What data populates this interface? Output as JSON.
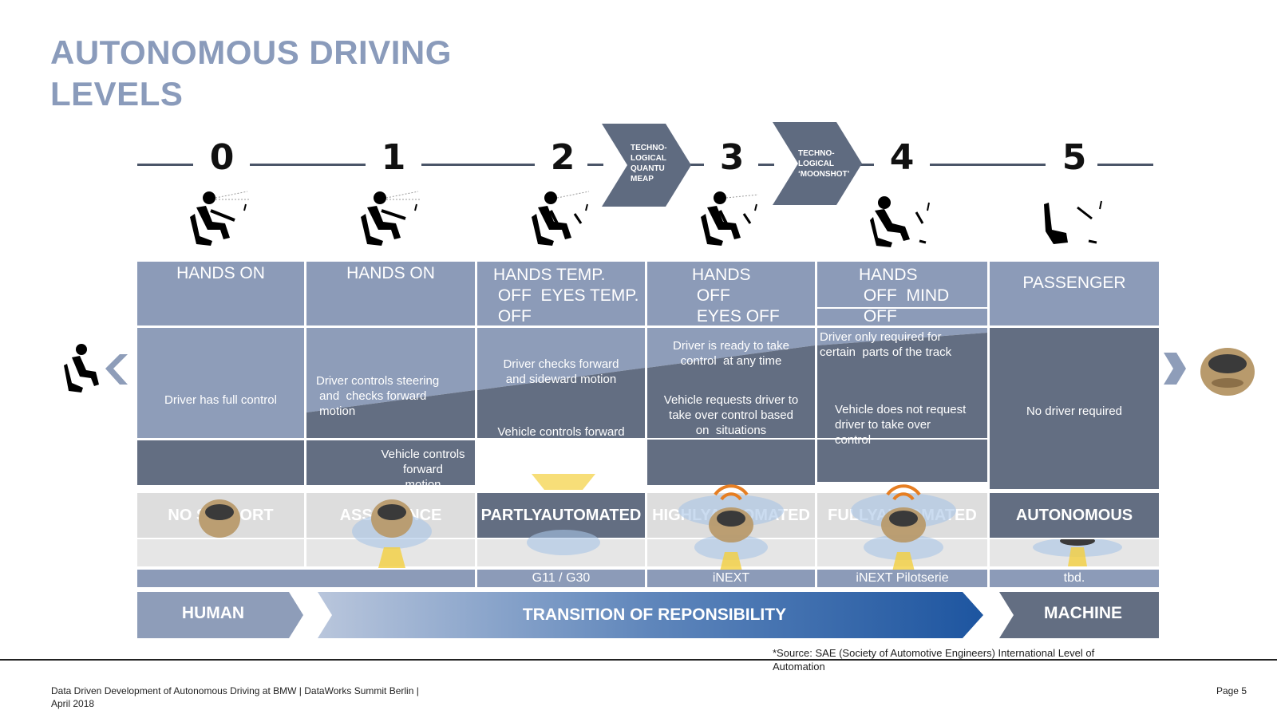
{
  "title": "AUTONOMOUS DRIVING LEVELS",
  "levels": [
    "0",
    "1",
    "2",
    "3",
    "4",
    "5"
  ],
  "leaps": [
    {
      "text": "TECHNO-\nLOGICAL\nQUANTU\nMEAP"
    },
    {
      "text": "TECHNO-\nLOGICAL\n‘MOONSHOT’"
    }
  ],
  "headers": [
    "HANDS ON",
    "HANDS ON",
    "HANDS TEMP.\n OFF  EYES TEMP.\n OFF",
    "HANDS\n OFF\n EYES OFF",
    "HANDS\n OFF  MIND\n OFF",
    "PASSENGER"
  ],
  "driver_desc": [
    "Driver has full control",
    "Driver controls steering\n and  checks forward\n motion",
    "Driver checks forward\nand sideward motion",
    "Driver is ready to take\ncontrol  at any time",
    "Driver only required for\ncertain  parts of the track",
    "No driver required"
  ],
  "vehicle_desc": [
    "",
    "Vehicle controls\nforward\nmotion",
    "Vehicle controls forward",
    "Vehicle requests driver to\ntake over control based\non  situations",
    "Vehicle does not request\ndriver to take over\ncontrol",
    ""
  ],
  "categories": [
    "NO SUPPORT",
    "ASSISTENCE",
    "PARTLYAUTOMATED",
    "HIGHLYAUTOMATED",
    "FULLYAUTOMATED",
    "AUTONOMOUS"
  ],
  "models": [
    "G11 / G30",
    "iNEXT",
    "iNEXT Pilotserie",
    "tbd."
  ],
  "transition": {
    "human": "HUMAN",
    "middle": "TRANSITION OF REPONSIBILITY",
    "machine": "MACHINE"
  },
  "source_note": "*Source: SAE (Society of Automotive Engineers) International Level of Automation",
  "footer_left": "Data Driven Development of Autonomous Driving at BMW | DataWorks Summit Berlin |\nApril 2018",
  "footer_right": "Page 5",
  "colors": {
    "title": "#8a9bbb",
    "light_cell": "#8e9db9",
    "dark_cell": "#636e82",
    "timeline": "#4a5568",
    "car": "#b89a6c"
  }
}
